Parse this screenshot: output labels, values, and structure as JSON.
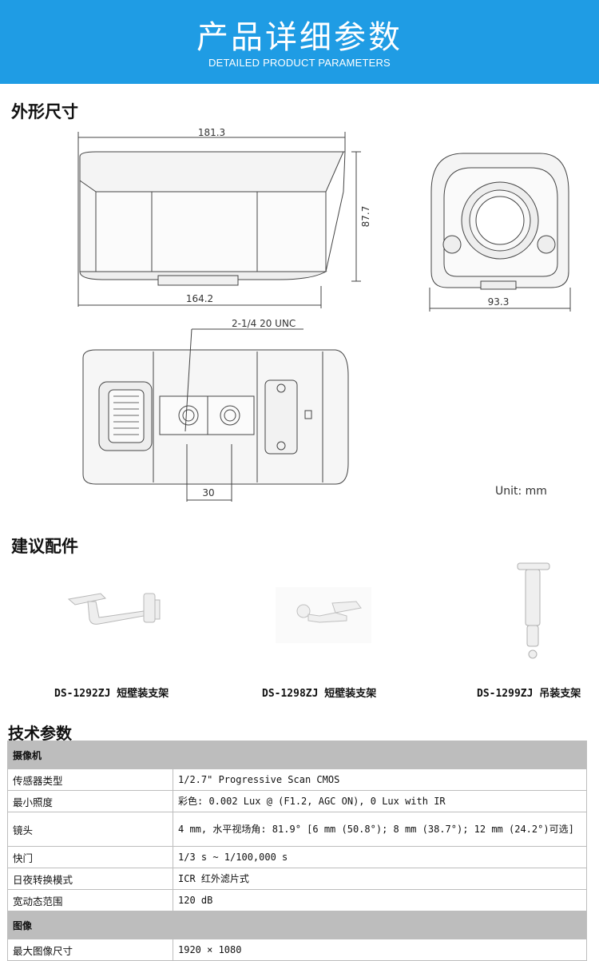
{
  "banner": {
    "title": "产品详细参数",
    "subtitle": "DETAILED PRODUCT PARAMETERS"
  },
  "dimensions": {
    "heading": "外形尺寸",
    "overall_length": "181.3",
    "height": "87.7",
    "body_length": "164.2",
    "width": "93.3",
    "mount_thread": "2-1/4 20 UNC",
    "hole_spacing": "30",
    "unit": "Unit:   mm"
  },
  "accessories": {
    "heading": "建议配件",
    "items": [
      {
        "label": "DS-1292ZJ 短壁装支架"
      },
      {
        "label": "DS-1298ZJ 短壁装支架"
      },
      {
        "label": "DS-1299ZJ 吊装支架"
      }
    ]
  },
  "specs": {
    "heading": "技术参数",
    "camera_title": "摄像机",
    "camera_rows": [
      {
        "key": "传感器类型",
        "value": "1/2.7\" Progressive Scan CMOS"
      },
      {
        "key": "最小照度",
        "value": "彩色: 0.002 Lux @ (F1.2, AGC ON), 0 Lux with IR"
      },
      {
        "key": "镜头",
        "value": "4 mm, 水平视场角: 81.9° [6 mm (50.8°); 8 mm (38.7°); 12 mm (24.2°)可选]"
      },
      {
        "key": "快门",
        "value": "1/3 s ~ 1/100,000 s"
      },
      {
        "key": "日夜转换模式",
        "value": "ICR 红外滤片式"
      },
      {
        "key": "宽动态范围",
        "value": "120 dB"
      }
    ],
    "image_title": "图像",
    "image_rows": [
      {
        "key": "最大图像尺寸",
        "value": "1920 × 1080"
      }
    ]
  }
}
